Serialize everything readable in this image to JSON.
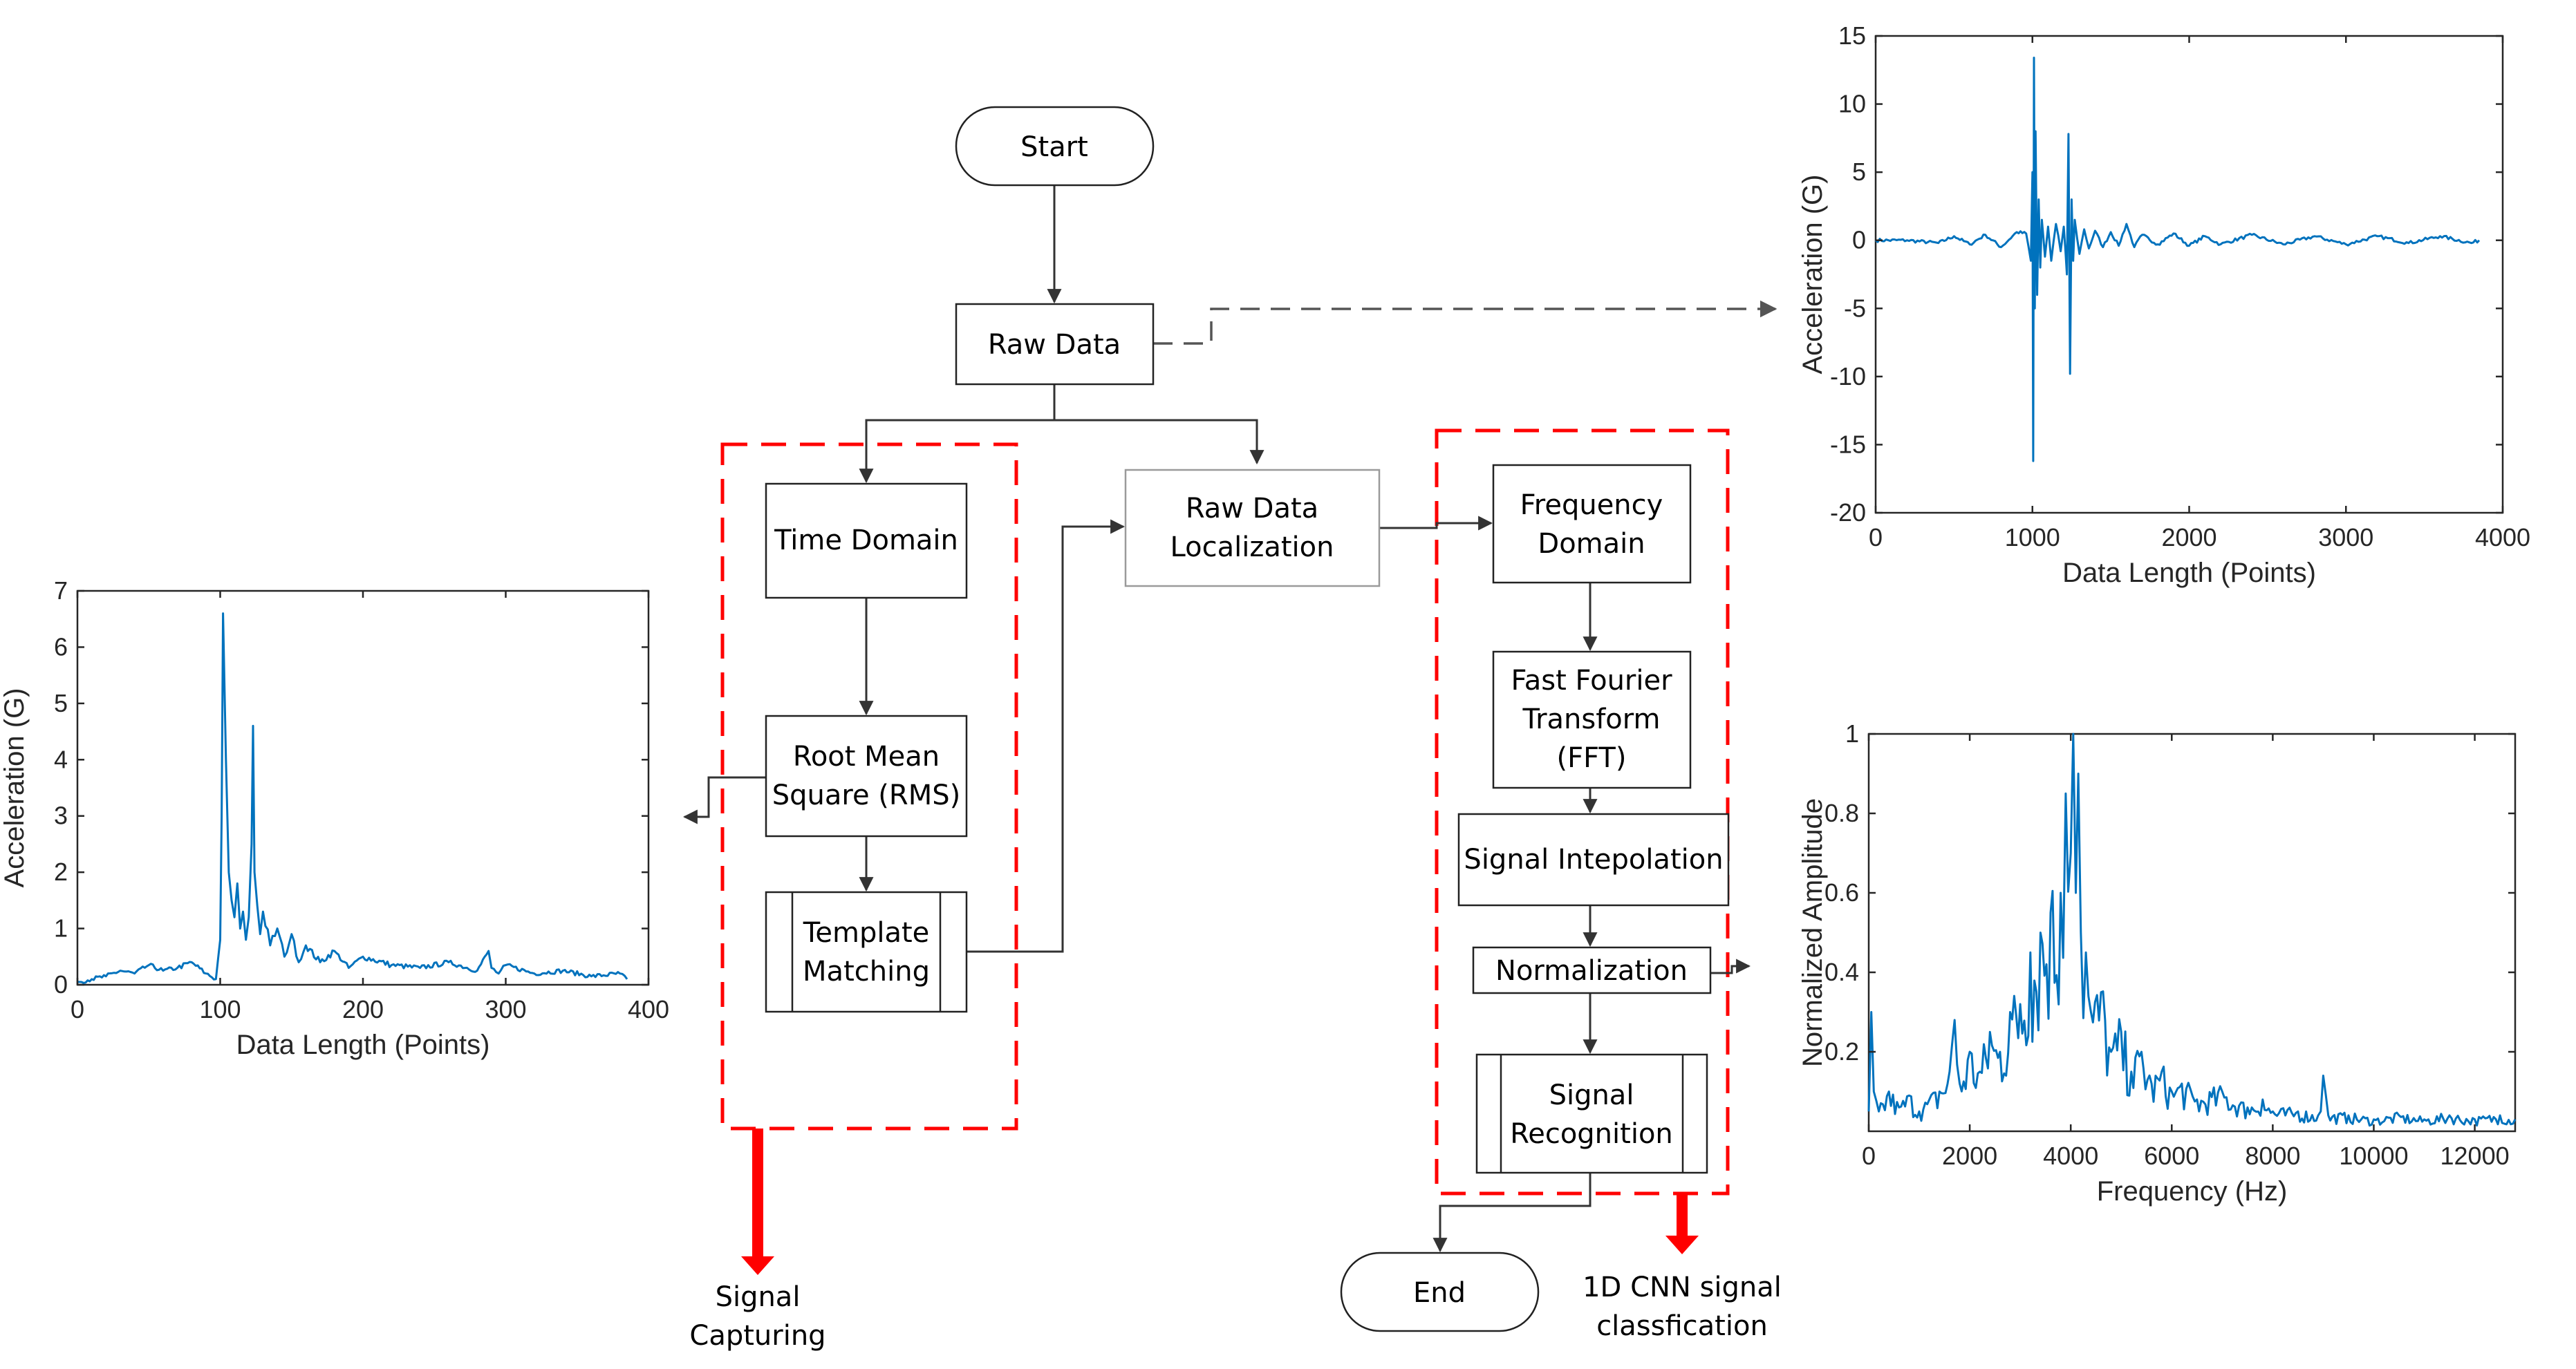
{
  "colors": {
    "signal": "#0072bd",
    "region_border": "#ff0000",
    "output_arrow": "#ff0000",
    "connector": "#333333"
  },
  "flowchart": {
    "start": "Start",
    "raw_data": "Raw Data",
    "time_domain": "Time Domain",
    "rms_line1": "Root Mean",
    "rms_line2": "Square (RMS)",
    "template_line1": "Template",
    "template_line2": "Matching",
    "localization_line1": "Raw Data",
    "localization_line2": "Localization",
    "frequency_line1": "Frequency",
    "frequency_line2": "Domain",
    "fft_line1": "Fast Fourier",
    "fft_line2": "Transform",
    "fft_line3": "(FFT)",
    "interpolation": "Signal Intepolation",
    "normalization": "Normalization",
    "recognition_line1": "Signal",
    "recognition_line2": "Recognition",
    "end": "End",
    "capture_label_line1": "Signal",
    "capture_label_line2": "Capturing",
    "classification_label_line1": "1D CNN signal",
    "classification_label_line2": "classfication"
  },
  "chart_data": [
    {
      "id": "raw",
      "type": "line",
      "title": "",
      "xlabel": "Data Length (Points)",
      "ylabel": "Acceleration (G)",
      "xlim": [
        0,
        4000
      ],
      "ylim": [
        -20,
        15
      ],
      "xticks": [
        0,
        1000,
        2000,
        3000,
        4000
      ],
      "yticks": [
        -20,
        -15,
        -10,
        -5,
        0,
        5,
        10,
        15
      ],
      "grid": false,
      "series": [
        {
          "x": [
            0,
            200,
            400,
            500,
            600,
            700,
            800,
            900,
            960,
            990,
            1000,
            1005,
            1010,
            1015,
            1020,
            1030,
            1040,
            1050,
            1060,
            1080,
            1100,
            1120,
            1150,
            1180,
            1200,
            1220,
            1230,
            1240,
            1250,
            1260,
            1270,
            1300,
            1330,
            1360,
            1400,
            1450,
            1500,
            1550,
            1600,
            1650,
            1700,
            1800,
            1900,
            2000,
            2100,
            2200,
            2400,
            2600,
            2800,
            3000,
            3200,
            3400,
            3600,
            3800,
            3850
          ],
          "y": [
            0,
            0,
            -0.2,
            0.3,
            -0.3,
            0.4,
            -0.5,
            0.6,
            0.5,
            -1.5,
            5,
            -16.2,
            13.4,
            -5,
            8,
            -4,
            3,
            -2,
            1.5,
            -1.2,
            1,
            -1.5,
            1.2,
            -0.8,
            1,
            -2.5,
            7.8,
            -9.8,
            3,
            -1.5,
            1.5,
            -1,
            0.8,
            -0.6,
            0.7,
            -0.5,
            0.6,
            -0.4,
            1.2,
            -0.5,
            0.4,
            -0.3,
            0.5,
            -0.4,
            0.3,
            -0.3,
            0.4,
            -0.3,
            0.3,
            -0.3,
            0.3,
            -0.2,
            0.3,
            -0.2,
            0
          ]
        }
      ]
    },
    {
      "id": "rms",
      "type": "line",
      "title": "",
      "xlabel": "Data Length (Points)",
      "ylabel": "Acceleration (G)",
      "xlim": [
        0,
        400
      ],
      "ylim": [
        0,
        7
      ],
      "xticks": [
        0,
        100,
        200,
        300,
        400
      ],
      "yticks": [
        0,
        1,
        2,
        3,
        4,
        5,
        6,
        7
      ],
      "grid": false,
      "series": [
        {
          "x": [
            0,
            10,
            20,
            30,
            40,
            50,
            60,
            70,
            80,
            90,
            97,
            100,
            101,
            102,
            104,
            106,
            108,
            110,
            112,
            114,
            116,
            118,
            120,
            122,
            123,
            124,
            126,
            128,
            130,
            135,
            140,
            145,
            150,
            155,
            160,
            170,
            180,
            190,
            200,
            220,
            240,
            260,
            280,
            288,
            290,
            295,
            300,
            320,
            340,
            360,
            380,
            385
          ],
          "y": [
            0.05,
            0.1,
            0.15,
            0.25,
            0.2,
            0.35,
            0.25,
            0.3,
            0.4,
            0.2,
            0.1,
            0.8,
            3,
            6.6,
            4,
            2,
            1.5,
            1.2,
            1.8,
            1,
            1.3,
            0.8,
            1.2,
            2.5,
            4.6,
            2,
            1.4,
            0.9,
            1.3,
            0.7,
            1,
            0.5,
            0.9,
            0.4,
            0.7,
            0.4,
            0.6,
            0.3,
            0.5,
            0.35,
            0.3,
            0.4,
            0.25,
            0.6,
            0.3,
            0.2,
            0.35,
            0.2,
            0.25,
            0.15,
            0.2,
            0.1
          ]
        }
      ]
    },
    {
      "id": "fft",
      "type": "line",
      "title": "",
      "xlabel": "Frequency (Hz)",
      "ylabel": "Normalized Amplitude",
      "xlim": [
        0,
        12800
      ],
      "ylim": [
        0,
        1
      ],
      "xticks": [
        0,
        2000,
        4000,
        6000,
        8000,
        10000,
        12000
      ],
      "yticks": [
        0.2,
        0.4,
        0.6,
        0.8,
        1
      ],
      "grid": false,
      "series": [
        {
          "x": [
            0,
            50,
            100,
            200,
            400,
            600,
            800,
            1000,
            1200,
            1400,
            1600,
            1700,
            1800,
            2000,
            2200,
            2400,
            2600,
            2800,
            3000,
            3200,
            3400,
            3600,
            3800,
            3900,
            4000,
            4050,
            4100,
            4150,
            4200,
            4300,
            4400,
            4600,
            4800,
            5000,
            5200,
            5400,
            5600,
            5800,
            6000,
            6200,
            6500,
            7000,
            7500,
            7800,
            8000,
            8500,
            8900,
            9000,
            9100,
            9500,
            10000,
            10500,
            11000,
            11500,
            12000,
            12500,
            12800
          ],
          "y": [
            0.05,
            0.3,
            0.1,
            0.05,
            0.1,
            0.06,
            0.09,
            0.05,
            0.08,
            0.1,
            0.15,
            0.28,
            0.12,
            0.2,
            0.15,
            0.25,
            0.2,
            0.3,
            0.32,
            0.45,
            0.5,
            0.55,
            0.6,
            0.85,
            0.7,
            1,
            0.6,
            0.9,
            0.5,
            0.45,
            0.3,
            0.35,
            0.2,
            0.25,
            0.15,
            0.2,
            0.12,
            0.15,
            0.1,
            0.12,
            0.08,
            0.1,
            0.06,
            0.08,
            0.05,
            0.05,
            0.04,
            0.14,
            0.04,
            0.04,
            0.03,
            0.04,
            0.03,
            0.04,
            0.03,
            0.04,
            0.03
          ]
        }
      ]
    }
  ]
}
